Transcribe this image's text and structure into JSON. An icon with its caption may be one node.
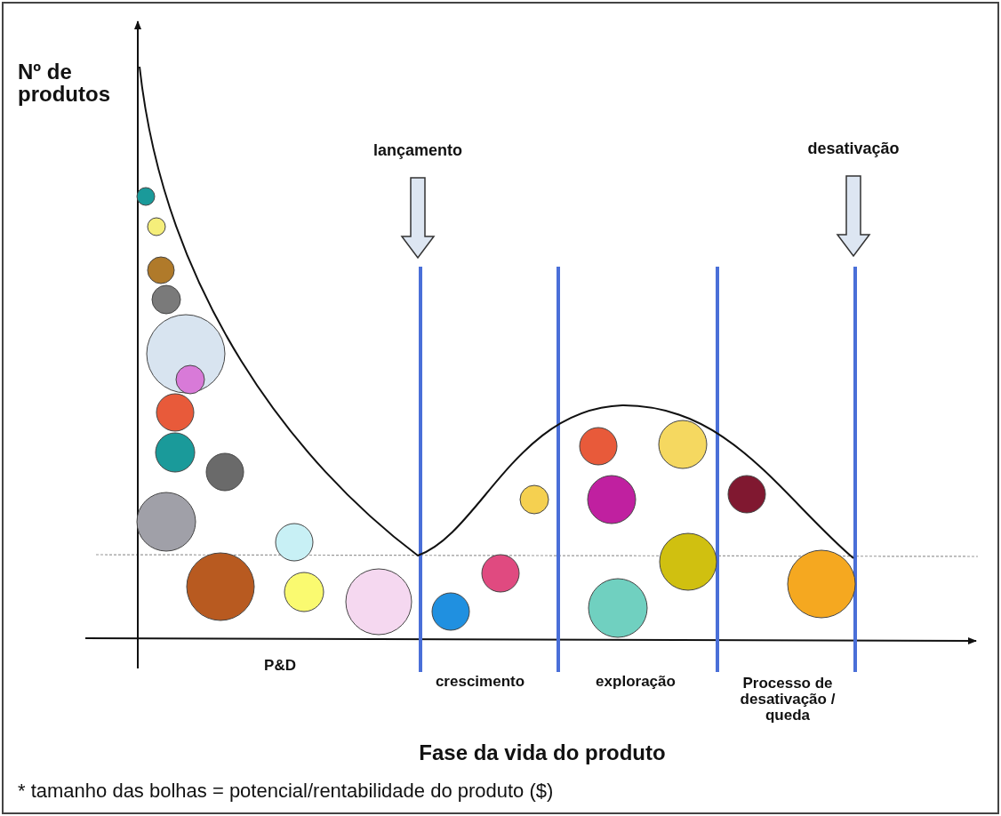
{
  "diagram": {
    "labels": [
      "Nº de produtos",
      "lançamento",
      "desativação",
      "P&D",
      "crescimento",
      "exploração",
      "Processo de desativação / queda",
      "Fase da vida do produto",
      "* tamanho das bolhas = potencial/rentabilidade do produto ($)"
    ]
  }
}
